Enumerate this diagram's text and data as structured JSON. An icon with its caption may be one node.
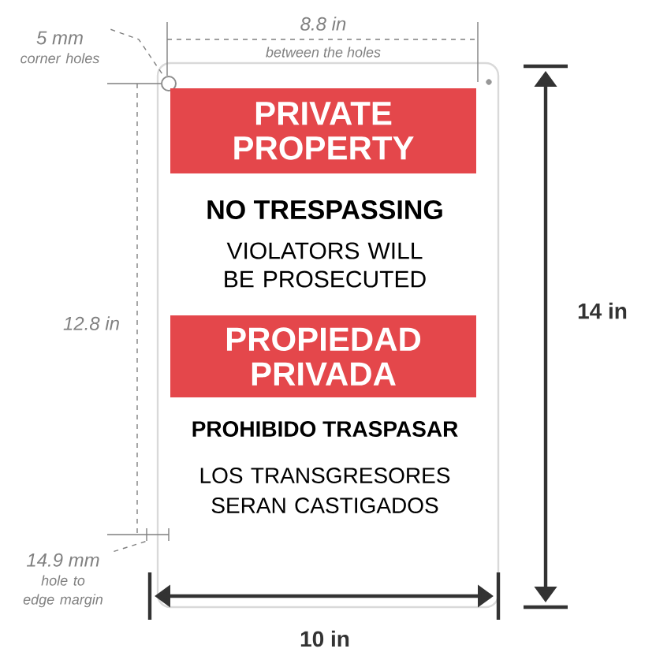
{
  "diagram": {
    "nodes": [
      {
        "text": [],
        "shape": "box"
      },
      {
        "text": [
          "5 mm",
          "corner holes"
        ]
      },
      {
        "text": [],
        "shape": "circle",
        "in": 0
      },
      {
        "text": [
          "PRIVATE PROPERTY"
        ],
        "in": 0
      },
      {
        "text": [
          "PROPIEDAD PRIVADA"
        ],
        "in": 0
      },
      {
        "text": [
          "14.9 mm",
          "hole to edge margin"
        ]
      },
      {
        "text": [],
        "shape": "bar"
      }
    ],
    "edges": [
      {
        "from": 1,
        "to": 2,
        "arrow": "none"
      },
      {
        "from": 5,
        "to": 6,
        "arrow": "none"
      }
    ],
    "labels": [
      "8.8 in",
      "between the holes",
      "NO TRESPASSING",
      "VIOLATORS WILL BE PROSECUTED",
      "12.8 in",
      "14 in",
      "PROHIBIDO TRASPASAR",
      "LOS TRANSGRESORES SERAN CASTIGADOS",
      "10 in"
    ]
  }
}
